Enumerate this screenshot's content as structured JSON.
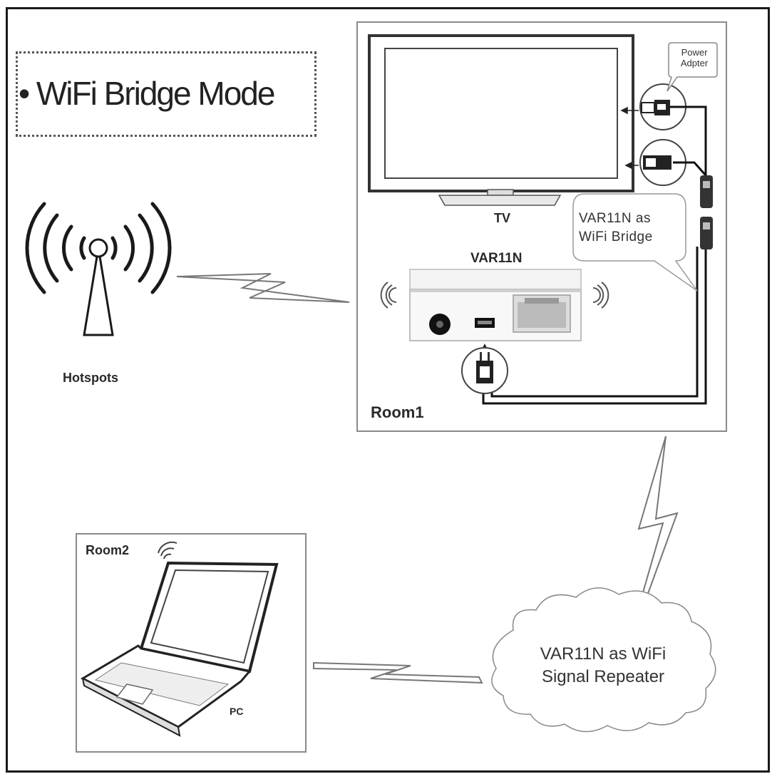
{
  "title": "WiFi Bridge Mode",
  "labels": {
    "hotspots": "Hotspots",
    "tv": "TV",
    "device": "VAR11N",
    "room1": "Room1",
    "room2": "Room2",
    "pc": "PC",
    "power_adapter_line1": "Power",
    "power_adapter_line2": "Adpter",
    "bridge_line1": "VAR11N as",
    "bridge_line2": "WiFi Bridge",
    "repeater_line1": "VAR11N as WiFi",
    "repeater_line2": "Signal Repeater"
  },
  "colors": {
    "frame": "#1a1a1a",
    "line": "#222222",
    "room_border": "#8a8a8a",
    "device_body": "#f2f2f2"
  }
}
